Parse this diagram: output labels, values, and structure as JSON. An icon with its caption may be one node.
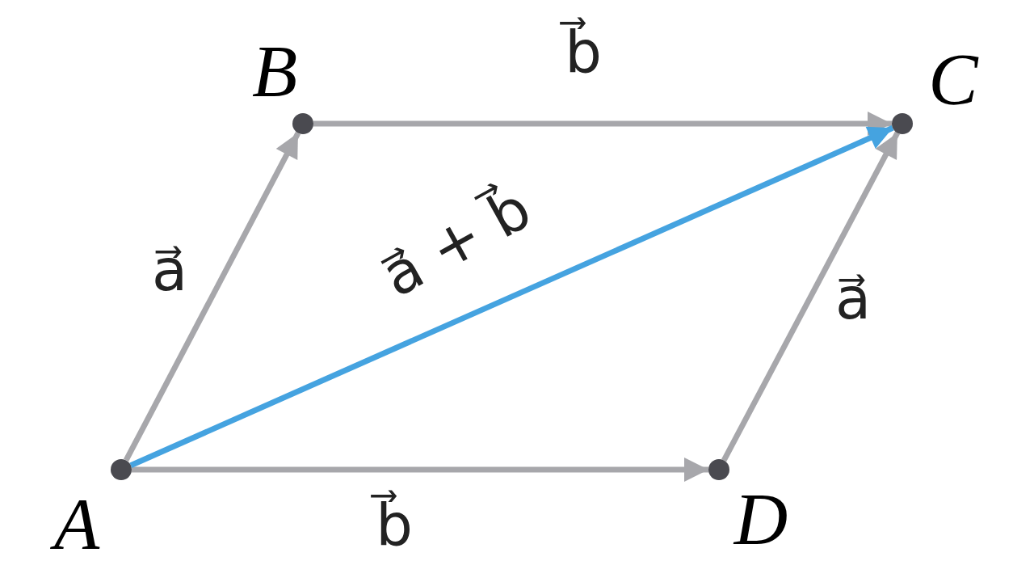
{
  "diagram": {
    "nodes": [
      {
        "text": [],
        "shape": "circle",
        "beside": [
          "A"
        ]
      },
      {
        "text": [],
        "shape": "circle",
        "beside": [
          "B"
        ]
      },
      {
        "text": [],
        "shape": "circle",
        "beside": [
          "C"
        ]
      },
      {
        "text": [],
        "shape": "circle",
        "beside": [
          "D"
        ]
      }
    ],
    "edges": [
      {
        "from": 0,
        "to": 1,
        "arrow": "to",
        "label": "a⃗"
      },
      {
        "from": 1,
        "to": 2,
        "arrow": "to",
        "label": "b⃗"
      },
      {
        "from": 0,
        "to": 3,
        "arrow": "to",
        "label": "b⃗"
      },
      {
        "from": 3,
        "to": 2,
        "arrow": "to",
        "label": "a⃗"
      },
      {
        "from": 0,
        "to": 2,
        "arrow": "to",
        "label": "a⃗ + b⃗",
        "color": "#45a3e0"
      }
    ]
  }
}
